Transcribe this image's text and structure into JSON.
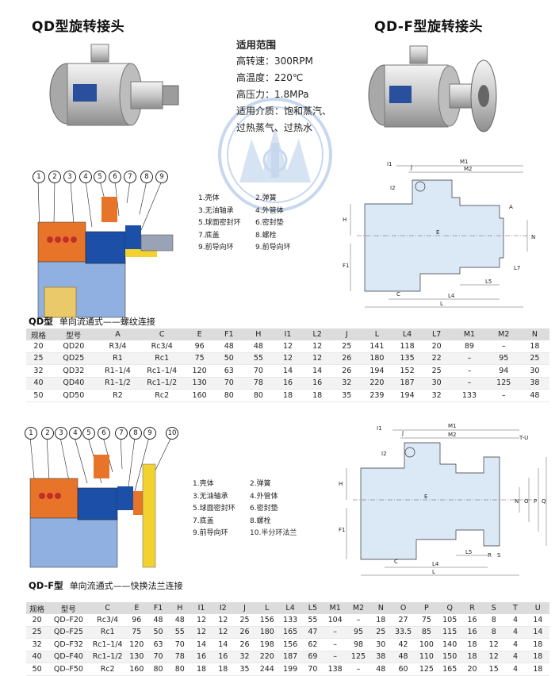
{
  "titles": {
    "qd": "QD型旋转接头",
    "qdf": "QD-F型旋转接头"
  },
  "spec": {
    "heading": "适用范围",
    "speed": "高转速：300RPM",
    "temp": "高温度：220℃",
    "pressure": "高压力：1.8MPa",
    "medium_1": "适用介质：饱和蒸汽、",
    "medium_2": "过热蒸气、过热水"
  },
  "legend_qd": [
    [
      "1.壳体",
      "2.弹簧"
    ],
    [
      "3.无油轴承",
      "4.外管体"
    ],
    [
      "5.球面密封环",
      "6.密封垫"
    ],
    [
      "7.底盖",
      "8.螺栓"
    ],
    [
      "9.前导向环",
      "9.前导向环"
    ]
  ],
  "legend_qdf": [
    [
      "1.壳体",
      "2.弹簧"
    ],
    [
      "3.无油轴承",
      "4.外管体"
    ],
    [
      "5.球面密封环",
      "6.密封垫"
    ],
    [
      "7.底盖",
      "8.螺栓"
    ],
    [
      "9.前导向环",
      "10.半分环法兰"
    ]
  ],
  "callouts_qd": [
    "1",
    "2",
    "3",
    "4",
    "5",
    "6",
    "7",
    "8",
    "9"
  ],
  "callouts_qdf": [
    "1",
    "2",
    "3",
    "4",
    "5",
    "6",
    "7",
    "8",
    "9",
    "10"
  ],
  "dims_qd": [
    "I1",
    "J",
    "M1",
    "M2",
    "I2",
    "H",
    "A",
    "E",
    "N",
    "F1",
    "L7",
    "L5",
    "C",
    "L4",
    "L"
  ],
  "dims_qdf": [
    "I1",
    "J",
    "M1",
    "M2",
    "T-U",
    "I2",
    "H",
    "E",
    "N",
    "O",
    "P",
    "Q",
    "F1",
    "R",
    "S",
    "L5",
    "C",
    "L4",
    "L"
  ],
  "table_qd": {
    "title": "QD型",
    "subtitle": "单向流通式——螺纹连接",
    "headers": [
      "规格",
      "型号",
      "A",
      "C",
      "E",
      "F1",
      "H",
      "I1",
      "L2",
      "J",
      "L",
      "L4",
      "L7",
      "M1",
      "M2",
      "N"
    ],
    "rows": [
      [
        "20",
        "QD20",
        "R3/4",
        "Rc3/4",
        "96",
        "48",
        "48",
        "12",
        "12",
        "25",
        "141",
        "118",
        "20",
        "89",
        "–",
        "18"
      ],
      [
        "25",
        "QD25",
        "R1",
        "Rc1",
        "75",
        "50",
        "55",
        "12",
        "12",
        "26",
        "180",
        "135",
        "22",
        "–",
        "95",
        "25"
      ],
      [
        "32",
        "QD32",
        "R1–1/4",
        "Rc1–1/4",
        "120",
        "63",
        "70",
        "14",
        "14",
        "26",
        "194",
        "152",
        "25",
        "–",
        "94",
        "30"
      ],
      [
        "40",
        "QD40",
        "R1–1/2",
        "Rc1–1/2",
        "130",
        "70",
        "78",
        "16",
        "16",
        "32",
        "220",
        "187",
        "30",
        "–",
        "125",
        "38"
      ],
      [
        "50",
        "QD50",
        "R2",
        "Rc2",
        "160",
        "80",
        "80",
        "18",
        "18",
        "35",
        "239",
        "194",
        "32",
        "133",
        "–",
        "48"
      ]
    ]
  },
  "table_qdf": {
    "title": "QD-F型",
    "subtitle": "单向流通式——快换法兰连接",
    "headers": [
      "规格",
      "型号",
      "C",
      "E",
      "F1",
      "H",
      "I1",
      "I2",
      "J",
      "L",
      "L4",
      "L5",
      "M1",
      "M2",
      "N",
      "O",
      "P",
      "Q",
      "R",
      "S",
      "T",
      "U"
    ],
    "rows": [
      [
        "20",
        "QD–F20",
        "Rc3/4",
        "96",
        "48",
        "48",
        "12",
        "12",
        "25",
        "156",
        "133",
        "55",
        "104",
        "–",
        "18",
        "27",
        "75",
        "105",
        "16",
        "8",
        "4",
        "14"
      ],
      [
        "25",
        "QD–F25",
        "Rc1",
        "75",
        "50",
        "55",
        "12",
        "12",
        "26",
        "180",
        "165",
        "47",
        "–",
        "95",
        "25",
        "33.5",
        "85",
        "115",
        "16",
        "8",
        "4",
        "14"
      ],
      [
        "32",
        "QD–F32",
        "Rc1–1/4",
        "120",
        "63",
        "70",
        "14",
        "14",
        "26",
        "198",
        "156",
        "62",
        "–",
        "98",
        "30",
        "42",
        "100",
        "140",
        "18",
        "12",
        "4",
        "18"
      ],
      [
        "40",
        "QD–F40",
        "Rc1–1/2",
        "130",
        "70",
        "78",
        "16",
        "16",
        "32",
        "220",
        "187",
        "69",
        "–",
        "125",
        "38",
        "48",
        "110",
        "150",
        "18",
        "12",
        "4",
        "18"
      ],
      [
        "50",
        "QD–F50",
        "Rc2",
        "160",
        "80",
        "80",
        "18",
        "18",
        "35",
        "244",
        "199",
        "70",
        "138",
        "–",
        "48",
        "60",
        "125",
        "165",
        "20",
        "15",
        "4",
        "18"
      ]
    ]
  },
  "colors": {
    "casing": "#e8742a",
    "blue": "#1c4fa8",
    "yellow": "#f2d22e",
    "light_blue": "#dbe8f6",
    "watermark": "#c7d8ee"
  }
}
